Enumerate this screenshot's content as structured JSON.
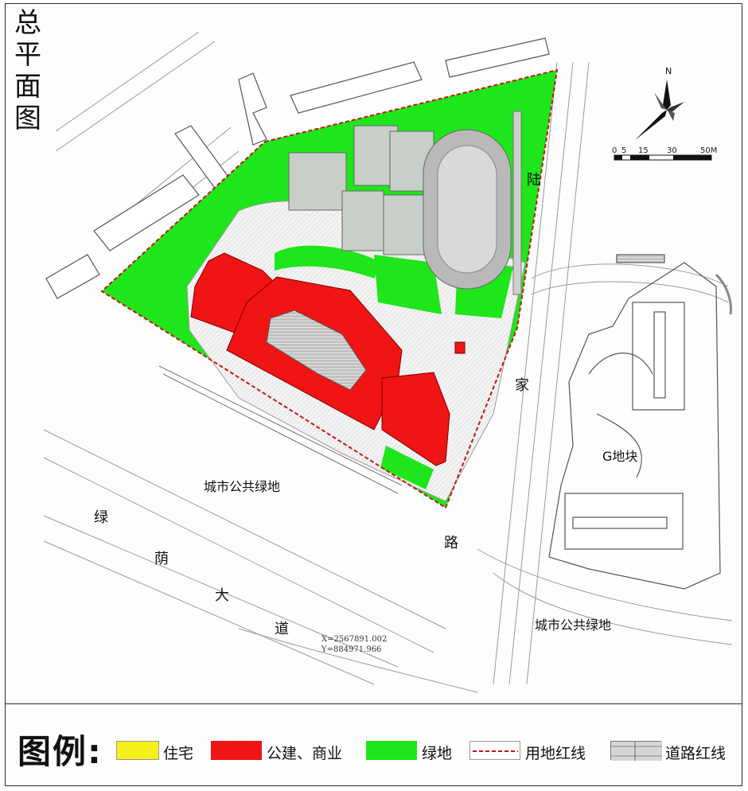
{
  "title_chars": [
    "总",
    "平",
    "面",
    "图"
  ],
  "labels": {
    "city_green_left": "城市公共绿地",
    "city_green_right": "城市公共绿地",
    "g_block": "G地块"
  },
  "road_lujia": [
    "陆",
    "家",
    "路"
  ],
  "road_lvyin": [
    "绿",
    "荫",
    "大",
    "道"
  ],
  "coordinate": {
    "x": "X=2567891.002",
    "y": "Y=884971.966"
  },
  "north": "N",
  "scale_bar": [
    "0",
    "5",
    "15",
    "30",
    "50M"
  ],
  "colors": {
    "green": "#1ee61b",
    "building": "#f01414",
    "residential": "#f5ef1a",
    "redline": "#c81414",
    "field": "#cfcfcf",
    "track": "#b9b9b9"
  },
  "legend": {
    "title": "图例:",
    "items": [
      {
        "label": "住宅",
        "type": "residential",
        "color": "#f5ef1a"
      },
      {
        "label": "公建、商业",
        "type": "building",
        "color": "#f01414"
      },
      {
        "label": "绿地",
        "type": "green",
        "color": "#1ee61b"
      },
      {
        "label": "用地红线",
        "type": "redline",
        "color": "#c81414"
      },
      {
        "label": "道路红线",
        "type": "road",
        "color": "#8a8a8a"
      }
    ]
  }
}
